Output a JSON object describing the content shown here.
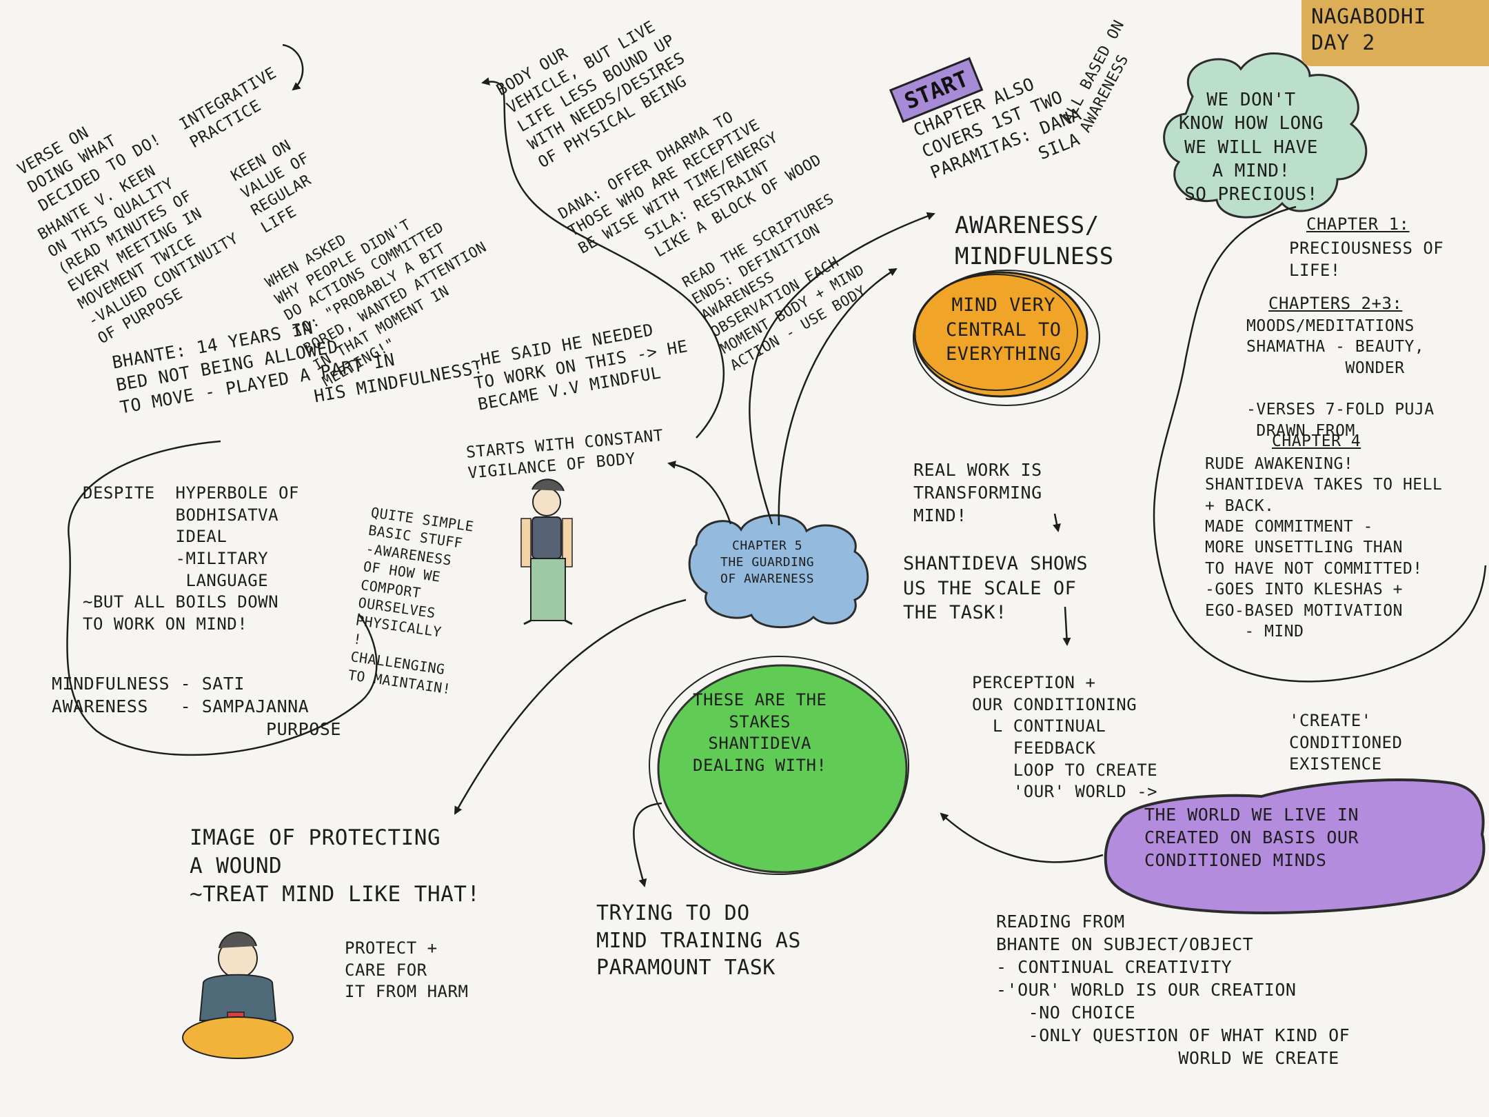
{
  "header": {
    "tag": "NAGABODHI\nDAY 2",
    "tag_color": "#dcae58"
  },
  "colors": {
    "ink": "#1d1d1d",
    "center_cloud": "#8fb8de",
    "green_cloud": "#b9dec9",
    "orange_circle": "#f1a528",
    "green_circle": "#55c948",
    "purple_cloud": "#b187dd",
    "start_box": "#a88bd6"
  },
  "center": {
    "label": "CHAPTER 5\nTHE GUARDING\nOF AWARENESS"
  },
  "start": {
    "label": "START",
    "text": "CHAPTER ALSO\nCOVERS 1ST TWO\nPARAMITAS: DANA\n          SILA",
    "based": "ALL BASED ON\nAWARENESS"
  },
  "top_right_cloud": {
    "text": "WE DON'T\nKNOW HOW LONG\nWE WILL HAVE\nA MIND!\nSO PRECIOUS!"
  },
  "awareness": {
    "title": "AWARENESS/\nMINDFULNESS",
    "circle": "MIND VERY\nCENTRAL TO\nEVERYTHING"
  },
  "body_vehicle": {
    "text": "BODY OUR\nVEHICLE, BUT LIVE\nLIFE LESS BOUND UP\nWITH NEEDS/DESIRES\nOF PHYSICAL BEING",
    "dana": "DANA: OFFER DHARMA TO\nTHOSE WHO ARE RECEPTIVE\nBE WISE WITH TIME/ENERGY",
    "sila": "SILA: RESTRAINT\nLIKE A BLOCK OF WOOD",
    "read": "READ THE SCRIPTURES\nENDS: DEFINITION\nAWARENESS\nOBSERVATION EACH\nMOMENT BODY + MIND\nACTION - USE BODY"
  },
  "verse": {
    "text": "VERSE ON\nDOING WHAT\nDECIDED TO DO!"
  },
  "integrative": {
    "text": "INTEGRATIVE\nPRACTICE"
  },
  "bhante_keen": {
    "text": "BHANTE V. KEEN\nON THIS QUALITY\n(READ MINUTES OF\nEVERY MEETING IN\nMOVEMENT TWICE\n-VALUED CONTINUITY\nOF PURPOSE"
  },
  "keen_regular": {
    "text": "KEEN ON\nVALUE OF\nREGULAR\nLIFE"
  },
  "asked": {
    "text": "WHEN ASKED\nWHY PEOPLE DIDN'T\nDO ACTIONS COMMITTED\nTO: \"PROBABLY A BIT\nBORED, WANTED ATTENTION\nIN THAT MOMENT IN\nMEETING!\""
  },
  "bed_years": {
    "text": "BHANTE: 14 YEARS IN\nBED NOT BEING ALLOWED\nTO MOVE - PLAYED A PART IN\n                  HIS MINDFULNESS!"
  },
  "he_said": {
    "text": "~HE SAID HE NEEDED\nTO WORK ON THIS -> HE\nBECAME V.V MINDFUL"
  },
  "vigilance": {
    "text": "STARTS WITH CONSTANT\nVIGILANCE OF BODY"
  },
  "despite": {
    "text": "DESPITE  HYPERBOLE OF\n         BODHISATVA\n         IDEAL\n         -MILITARY\n          LANGUAGE\n~BUT ALL BOILS DOWN\nTO WORK ON MIND!",
    "sati": "MINDFULNESS - SATI\nAWARENESS   - SAMPAJANNA\n                    PURPOSE"
  },
  "simple": {
    "text": "QUITE SIMPLE\nBASIC STUFF\n-AWARENESS\nOF HOW WE\nCOMPORT\nOURSELVES\nPHYSICALLY\n!\nCHALLENGING\nTO MAINTAIN!"
  },
  "chapter1": {
    "title": "CHAPTER 1:",
    "body": "PRECIOUSNESS OF\nLIFE!",
    "ch23": "CHAPTERS 2+3:",
    "moods": "MOODS/MEDITATIONS\nSHAMATHA - BEAUTY,\n          WONDER\n\n-VERSES 7-FOLD PUJA\n DRAWN FROM",
    "ch4": "CHAPTER 4",
    "rest": "RUDE AWAKENING!\nSHANTIDEVA TAKES TO HELL\n+ BACK.\nMADE COMMITMENT -\nMORE UNSETTLING THAN\nTO HAVE NOT COMMITTED!\n-GOES INTO KLESHAS +\nEGO-BASED MOTIVATION\n    - MIND"
  },
  "real_work": {
    "text": "REAL WORK IS\nTRANSFORMING\nMIND!"
  },
  "scale": {
    "text": "SHANTIDEVA SHOWS\nUS THE SCALE OF\nTHE TASK!"
  },
  "perception": {
    "text": "PERCEPTION +\nOUR CONDITIONING\n  L CONTINUAL\n    FEEDBACK\n    LOOP TO CREATE\n    'OUR' WORLD ->"
  },
  "create": {
    "text": "'CREATE'\nCONDITIONED\nEXISTENCE"
  },
  "purple_cloud": {
    "text": "THE WORLD WE LIVE IN\nCREATED ON BASIS OUR\nCONDITIONED MINDS"
  },
  "stakes": {
    "text": "THESE ARE THE\nSTAKES\nSHANTIDEVA\nDEALING WITH!"
  },
  "image_wound": {
    "text": "IMAGE OF PROTECTING\nA WOUND\n~TREAT MIND LIKE THAT!"
  },
  "protect": {
    "text": "PROTECT +\nCARE FOR\nIT FROM HARM"
  },
  "trying": {
    "text": "TRYING TO DO\nMIND TRAINING AS\nPARAMOUNT TASK"
  },
  "reading": {
    "text": "READING FROM\nBHANTE ON SUBJECT/OBJECT\n- CONTINUAL CREATIVITY\n-'OUR' WORLD IS OUR CREATION\n   -NO CHOICE\n   -ONLY QUESTION OF WHAT KIND OF\n                 WORLD WE CREATE"
  }
}
